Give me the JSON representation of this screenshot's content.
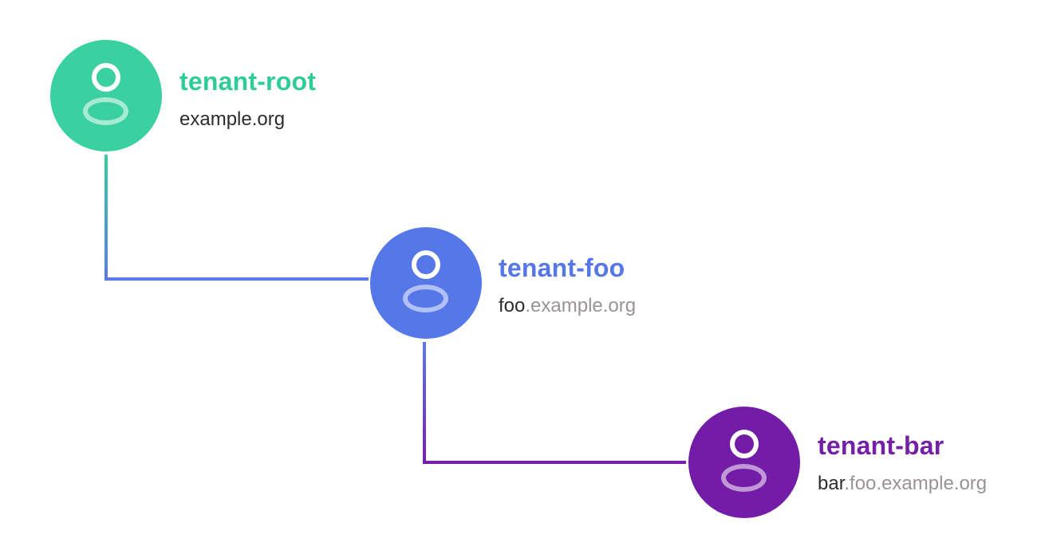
{
  "diagram": {
    "nodes": [
      {
        "id": "tenant-root",
        "icon": "user-icon",
        "name": "tenant-root",
        "name_color": "#2fcc99",
        "avatar_color": "#3bd0a0",
        "domain_highlight": "example.org",
        "domain_suffix": ""
      },
      {
        "id": "tenant-foo",
        "icon": "user-icon",
        "name": "tenant-foo",
        "name_color": "#5577e8",
        "avatar_color": "#5577e8",
        "domain_highlight": "foo",
        "domain_suffix": ".example.org"
      },
      {
        "id": "tenant-bar",
        "icon": "user-icon",
        "name": "tenant-bar",
        "name_color": "#731fa6",
        "avatar_color": "#731ca8",
        "domain_highlight": "bar",
        "domain_suffix": ".foo.example.org"
      }
    ],
    "connectors": [
      {
        "from": "tenant-root",
        "to": "tenant-foo",
        "color_start": "#35cfa2",
        "color_end": "#5a7be9"
      },
      {
        "from": "tenant-foo",
        "to": "tenant-bar",
        "color_start": "#5a7be9",
        "color_end": "#7521ab"
      }
    ]
  }
}
